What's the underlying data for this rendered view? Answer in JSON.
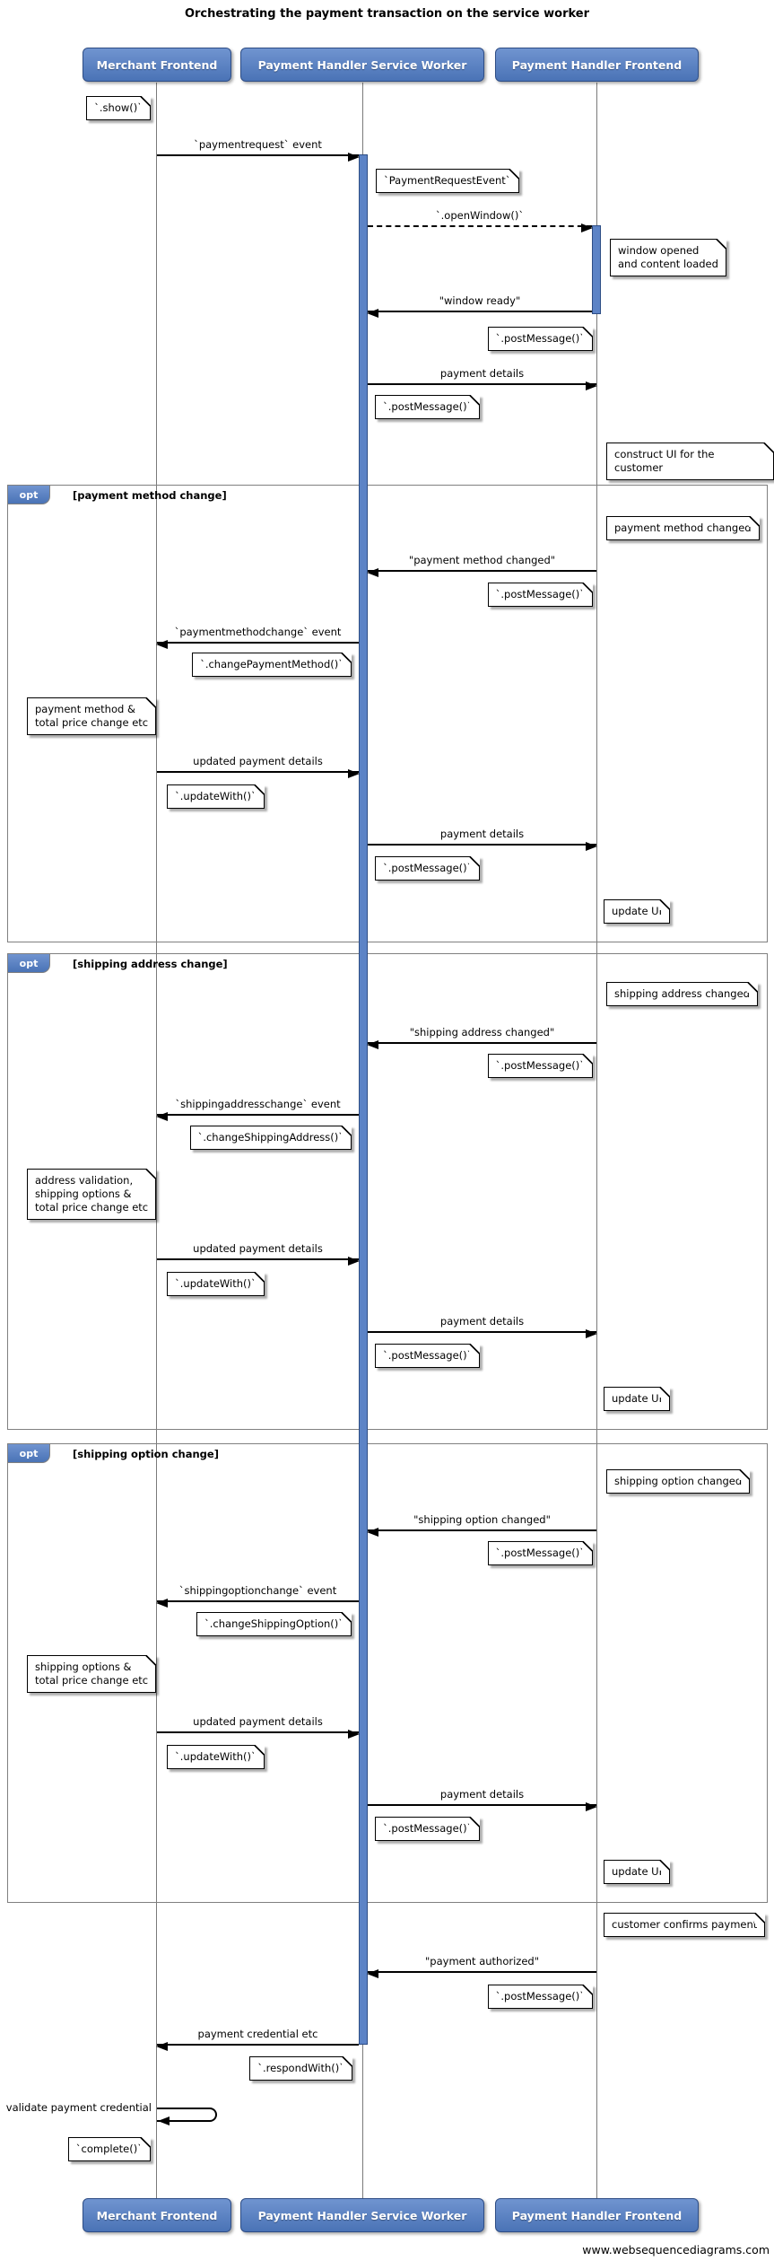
{
  "title": "Orchestrating the payment transaction on the service worker",
  "watermark": "www.websequencediagrams.com",
  "actors": {
    "merchant": "Merchant Frontend",
    "service_worker": "Payment Handler Service Worker",
    "handler_frontend": "Payment Handler Frontend"
  },
  "opt_label": "opt",
  "opts": {
    "payment_method": "[payment method change]",
    "shipping_address": "[shipping address change]",
    "shipping_option": "[shipping option change]"
  },
  "messages": {
    "payment_request_event": "`paymentrequest` event",
    "open_window": "`.openWindow()`",
    "window_ready": "\"window ready\"",
    "payment_details": "payment details",
    "payment_method_changed": "\"payment method changed\"",
    "payment_method_change_event": "`paymentmethodchange` event",
    "updated_payment_details": "updated payment details",
    "shipping_address_changed": "\"shipping address changed\"",
    "shipping_address_change_event": "`shippingaddresschange` event",
    "shipping_option_changed": "\"shipping option changed\"",
    "shipping_option_change_event": "`shippingoptionchange` event",
    "payment_authorized": "\"payment authorized\"",
    "payment_credential": "payment credential etc",
    "validate_credential": "validate payment credential"
  },
  "notes": {
    "show": "`.show()`",
    "payment_request_event": "`PaymentRequestEvent`",
    "window_opened": "window opened\nand content loaded",
    "post_message": "`.postMessage()`",
    "construct_ui": "construct UI for the customer",
    "payment_method_changed": "payment method changed",
    "change_payment_method": "`.changePaymentMethod()`",
    "payment_method_etc": "payment method &\ntotal price change etc",
    "update_with": "`.updateWith()`",
    "update_ui": "update UI",
    "shipping_address_changed": "shipping address changed",
    "change_shipping_address": "`.changeShippingAddress()`",
    "address_validation_etc": "address validation,\nshipping options &\ntotal price change etc",
    "shipping_option_changed": "shipping option changed",
    "change_shipping_option": "`.changeShippingOption()`",
    "shipping_options_etc": "shipping options &\ntotal price change etc",
    "customer_confirms": "customer confirms payment",
    "respond_with": "`.respondWith()`",
    "complete": "`complete()`"
  },
  "colors": {
    "actor_fill": "#4a73b6",
    "actor_border": "#2e4d85",
    "activation_fill": "#5c83c6",
    "frame_border": "#808080",
    "line_black": "#000000"
  }
}
